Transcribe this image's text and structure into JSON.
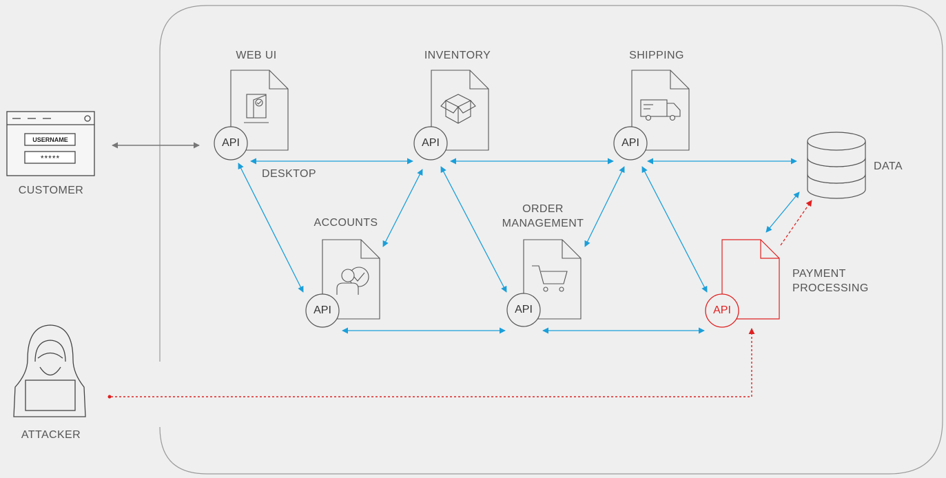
{
  "customer": {
    "label": "CUSTOMER",
    "username_field": "USERNAME",
    "password_field": "*****"
  },
  "attacker": {
    "label": "ATTACKER"
  },
  "services": {
    "web_ui": "WEB UI",
    "inventory": "INVENTORY",
    "shipping": "SHIPPING",
    "accounts": "ACCOUNTS",
    "order_management_line1": "ORDER",
    "order_management_line2": "MANAGEMENT",
    "payment_line1": "PAYMENT",
    "payment_line2": "PROCESSING"
  },
  "data_store": {
    "label": "DATA"
  },
  "api_label": "API",
  "connection_label": "DESKTOP",
  "colors": {
    "background": "#efefef",
    "link": "#1a9fd9",
    "attack": "#e02020",
    "outline": "#555555",
    "customer_link": "#777777"
  }
}
